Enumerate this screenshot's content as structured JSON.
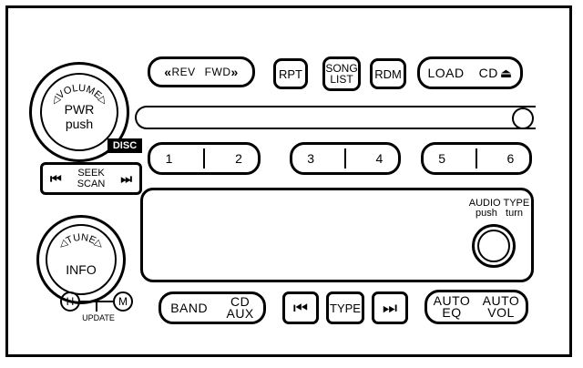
{
  "top": {
    "rev": "REV",
    "fwd": "FWD",
    "rpt": "RPT",
    "song_line1": "SONG",
    "song_line2": "LIST",
    "rdm": "RDM",
    "load": "LOAD",
    "cd": "CD"
  },
  "volume_knob": {
    "arc_text": "VOLUME",
    "line1": "PWR",
    "line2": "push"
  },
  "tune_knob": {
    "arc_text": "TUNE",
    "label": "INFO"
  },
  "disc_label": "DISC",
  "seek": {
    "line1": "SEEK",
    "line2": "SCAN"
  },
  "presets": [
    "1",
    "2",
    "3",
    "4",
    "5",
    "6"
  ],
  "audio": {
    "audio": "AUDIO",
    "type": "TYPE",
    "push": "push",
    "turn": "turn"
  },
  "hm": {
    "h": "H",
    "m": "M",
    "update": "UPDATE"
  },
  "bottom": {
    "band": "BAND",
    "cd": "CD",
    "aux": "AUX",
    "type": "TYPE",
    "auto1": "AUTO",
    "eq": "EQ",
    "auto2": "AUTO",
    "vol": "VOL"
  }
}
